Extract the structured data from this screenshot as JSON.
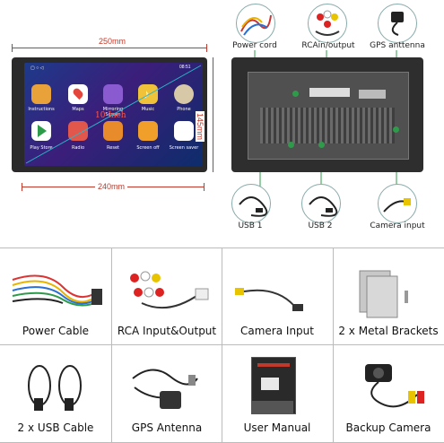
{
  "dimensions": {
    "width_label": "250mm",
    "height_label": "145mm",
    "screen_width_label": "240mm",
    "screen_size_label": "10 Inch"
  },
  "screen": {
    "status_time": "08:51",
    "apps": [
      {
        "label": "Instructions",
        "icon": "instructions-icon",
        "color": "#e9a13a"
      },
      {
        "label": "Maps",
        "icon": "maps-icon",
        "color": "#ffffff"
      },
      {
        "label": "Mirroring Screen",
        "icon": "mirror-icon",
        "color": "#8a5ad1"
      },
      {
        "label": "Music",
        "icon": "music-icon",
        "color": "#f0c23a"
      },
      {
        "label": "Phone",
        "icon": "phone-icon",
        "color": "#d7c9a7"
      },
      {
        "label": "Play Store",
        "icon": "play-store-icon",
        "color": "#ffffff"
      },
      {
        "label": "Radio",
        "icon": "radio-icon",
        "color": "#e2574c"
      },
      {
        "label": "Reset",
        "icon": "reset-icon",
        "color": "#e88b2a"
      },
      {
        "label": "Screen off",
        "icon": "screen-off-icon",
        "color": "#f0a02a"
      },
      {
        "label": "Screen saver",
        "icon": "screen-saver-icon",
        "color": "#ffffff"
      }
    ]
  },
  "connectors_top": [
    "Power cord",
    "RCAin/output",
    "GPS anttenna"
  ],
  "connectors_bottom": [
    "USB 1",
    "USB 2",
    "Camera input"
  ],
  "products": [
    "Power Cable",
    "RCA Input&Output",
    "Camera Input",
    "2 x Metal Brackets",
    "2 x USB Cable",
    "GPS Antenna",
    "User Manual",
    "Backup Camera"
  ],
  "colors": {
    "accent_red": "#c0392b",
    "connector_green": "#2e9b4a",
    "frame_dark": "#2a2a2a"
  }
}
